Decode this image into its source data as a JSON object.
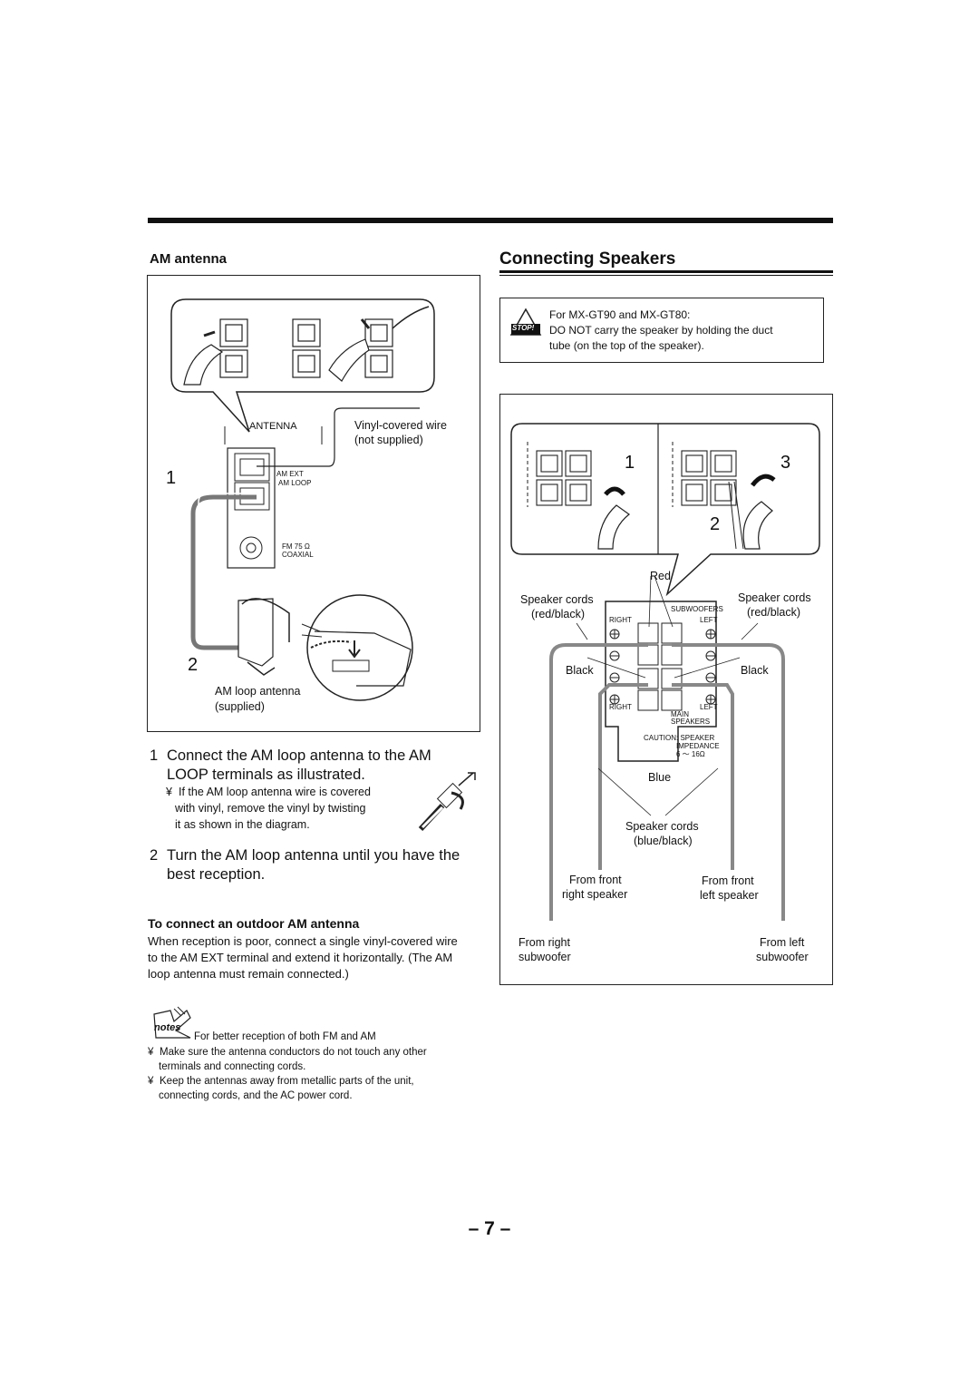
{
  "left": {
    "heading": "AM antenna",
    "diagram": {
      "antenna_label": "ANTENNA",
      "vinyl_line1": "Vinyl-covered wire",
      "vinyl_line2": "(not supplied)",
      "am_ext": "AM EXT",
      "am_loop": "AM LOOP",
      "fm": "FM 75 Ω",
      "coaxial": "COAXIAL",
      "num1": "1",
      "num2": "2",
      "loop_line1": "AM loop antenna",
      "loop_line2": "(supplied)"
    },
    "steps": [
      {
        "num": "1",
        "line1": "Connect the AM loop antenna to the AM",
        "line2": "LOOP terminals as illustrated."
      },
      {
        "num": "2",
        "line1": "Turn the AM loop antenna until you have the",
        "line2": "best reception."
      }
    ],
    "bullet": {
      "mark": "¥",
      "line1": "If the AM loop antenna wire is covered",
      "line2": "with vinyl, remove the vinyl by twisting",
      "line3": "it as shown in the diagram."
    },
    "outdoor": {
      "heading": "To connect an outdoor AM antenna",
      "line1": "When reception is poor, connect a single vinyl-covered wire",
      "line2": "to the AM EXT terminal and extend it horizontally. (The AM",
      "line3": "loop antenna must remain connected.)"
    },
    "notes": {
      "badge": "notes",
      "title": "For better reception of both FM and AM",
      "items": [
        {
          "mark": "¥",
          "line1": "Make sure the antenna conductors do not touch any other",
          "line2": "terminals and connecting cords."
        },
        {
          "mark": "¥",
          "line1": "Keep the antennas away from metallic parts of the unit,",
          "line2": "connecting cords, and the AC power cord."
        }
      ]
    }
  },
  "right": {
    "heading": "Connecting Speakers",
    "caution": {
      "stop": "STOP!",
      "line1": "For MX-GT90 and MX-GT80:",
      "line2": "DO NOT carry the speaker by holding the duct",
      "line3": "tube (on the top of the speaker)."
    },
    "diagram": {
      "n1": "1",
      "n2": "2",
      "n3": "3",
      "red": "Red",
      "cords_left_1": "Speaker cords",
      "cords_left_2": "(red/black)",
      "cords_right_1": "Speaker cords",
      "cords_right_2": "(red/black)",
      "subwoofers": "SUBWOOFERS",
      "right_top": "RIGHT",
      "left_top": "LEFT",
      "right_bottom": "RIGHT",
      "left_bottom": "LEFT",
      "main": "MAIN",
      "speakers": "SPEAKERS",
      "caution_line1": "CAUTION: SPEAKER",
      "caution_line2": "IMPEDANCE",
      "caution_line3": "6 〜 16Ω",
      "black_left": "Black",
      "black_right": "Black",
      "blue": "Blue",
      "cords_blue_1": "Speaker cords",
      "cords_blue_2": "(blue/black)",
      "front_right_1": "From front",
      "front_right_2": "right speaker",
      "front_left_1": "From front",
      "front_left_2": "left speaker",
      "sub_right_1": "From right",
      "sub_right_2": "subwoofer",
      "sub_left_1": "From left",
      "sub_left_2": "subwoofer"
    }
  },
  "page_number": "– 7 –"
}
